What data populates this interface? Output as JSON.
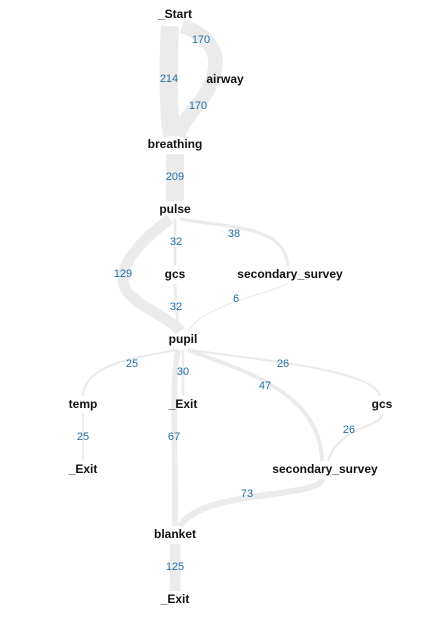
{
  "colors": {
    "edge": "#ebebeb",
    "node_text": "#111111",
    "count_text": "#1f6fa8",
    "background": "#ffffff"
  },
  "nodes": [
    {
      "id": "start",
      "label": "_Start"
    },
    {
      "id": "airway",
      "label": "airway"
    },
    {
      "id": "breathing",
      "label": "breathing"
    },
    {
      "id": "pulse",
      "label": "pulse"
    },
    {
      "id": "gcs1",
      "label": "gcs"
    },
    {
      "id": "ss1",
      "label": "secondary_survey"
    },
    {
      "id": "pupil",
      "label": "pupil"
    },
    {
      "id": "temp",
      "label": "temp"
    },
    {
      "id": "exit_mid",
      "label": "_Exit"
    },
    {
      "id": "gcs2",
      "label": "gcs"
    },
    {
      "id": "exit_left",
      "label": "_Exit"
    },
    {
      "id": "ss2",
      "label": "secondary_survey"
    },
    {
      "id": "blanket",
      "label": "blanket"
    },
    {
      "id": "exit_bottom",
      "label": "_Exit"
    }
  ],
  "edges": [
    {
      "id": "start-airway",
      "from": "start",
      "to": "airway",
      "count": 170
    },
    {
      "id": "start-breathing",
      "from": "start",
      "to": "breathing",
      "count": 214
    },
    {
      "id": "airway-breathing",
      "from": "airway",
      "to": "breathing",
      "count": 170
    },
    {
      "id": "breathing-pulse",
      "from": "breathing",
      "to": "pulse",
      "count": 209
    },
    {
      "id": "pulse-gcs",
      "from": "pulse",
      "to": "gcs1",
      "count": 32
    },
    {
      "id": "pulse-ss",
      "from": "pulse",
      "to": "ss1",
      "count": 38
    },
    {
      "id": "pulse-pupil",
      "from": "pulse",
      "to": "pupil",
      "count": 129
    },
    {
      "id": "gcs-pupil",
      "from": "gcs1",
      "to": "pupil",
      "count": 32
    },
    {
      "id": "ss-pupil",
      "from": "ss1",
      "to": "pupil",
      "count": 6
    },
    {
      "id": "pupil-temp",
      "from": "pupil",
      "to": "temp",
      "count": 25
    },
    {
      "id": "pupil-exit",
      "from": "pupil",
      "to": "exit_mid",
      "count": 30
    },
    {
      "id": "pupil-gcs",
      "from": "pupil",
      "to": "gcs2",
      "count": 26
    },
    {
      "id": "pupil-ss",
      "from": "pupil",
      "to": "ss2",
      "count": 47
    },
    {
      "id": "pupil-blanket",
      "from": "pupil",
      "to": "blanket",
      "count": 67
    },
    {
      "id": "temp-exit",
      "from": "temp",
      "to": "exit_left",
      "count": 25
    },
    {
      "id": "gcs-ss",
      "from": "gcs2",
      "to": "ss2",
      "count": 26
    },
    {
      "id": "ss-blanket",
      "from": "ss2",
      "to": "blanket",
      "count": 73
    },
    {
      "id": "blanket-exit",
      "from": "blanket",
      "to": "exit_bottom",
      "count": 125
    }
  ]
}
